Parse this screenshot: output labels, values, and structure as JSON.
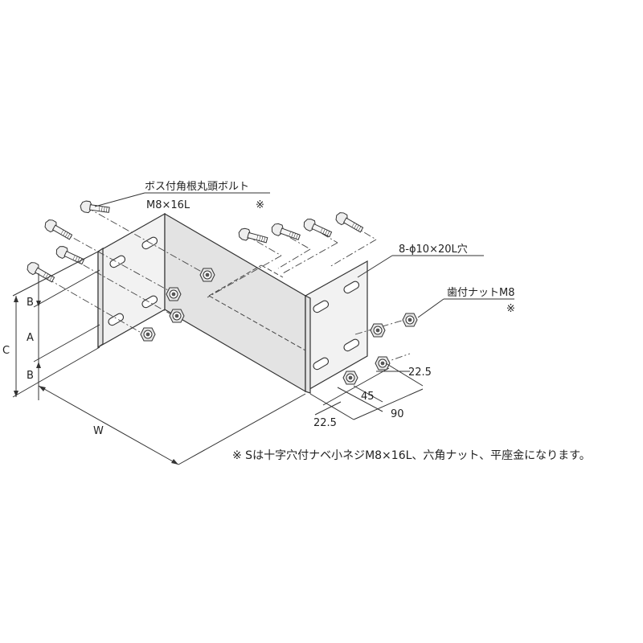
{
  "labels": {
    "boss_bolt_name": "ボス付角根丸頭ボルト",
    "boss_bolt_spec": "M8×16L",
    "boss_bolt_mark": "※",
    "hole_spec": "8-ϕ10×20L穴",
    "nut_name": "歯付ナットM8",
    "nut_mark": "※"
  },
  "dimensions": {
    "b_top": "B",
    "a": "A",
    "b_bottom": "B",
    "c": "C",
    "w": "W",
    "d_22_5_top": "22.5",
    "d_45": "45",
    "d_22_5_bottom": "22.5",
    "d_90": "90"
  },
  "note": "※ Sは十字穴付ナベ小ネジM8×16L、六角ナット、平座金になります。",
  "colors": {
    "line": "#333333",
    "plate_face": "#f2f2f2",
    "plate_side": "#e3e3e3"
  }
}
